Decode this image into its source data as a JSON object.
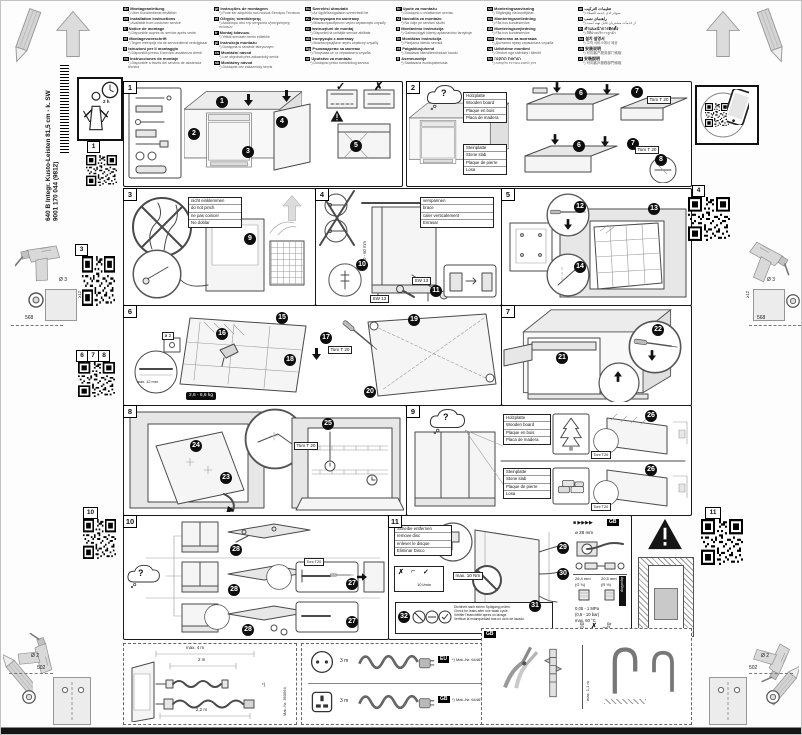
{
  "doc": {
    "side_line1": "640 B Integr. Kusto-Leisten 81,5 cm - k. SW",
    "side_line2": "9001 170 044 (9812)",
    "install_time": "2 h"
  },
  "colors": {
    "ink": "#1a1a1a",
    "badge": "#000000",
    "icon_gray": "#d6d6d6"
  },
  "languages": {
    "columns": [
      [
        {
          "code": "de",
          "label": "Montageanleitung",
          "note": "*) Über Kundendienst erhältlich"
        },
        {
          "code": "en",
          "label": "Installation instructions",
          "note": "*) Available from customer service"
        },
        {
          "code": "fr",
          "label": "Notice de montage",
          "note": "*) Disponible auprès du service après-vente"
        },
        {
          "code": "nl",
          "label": "Montagevoorschrift",
          "note": "*) Tegen meerprijs via de servicedienst verkrijgbaar"
        },
        {
          "code": "it",
          "label": "Istruzioni per il montaggio",
          "note": "*) Disponibili presso il servizio assistenza clienti"
        },
        {
          "code": "es",
          "label": "Instrucciones de montaje",
          "note": "*) Disponible a través del servicio de asistencia técnica"
        }
      ],
      [
        {
          "code": "pt",
          "label": "Instruções de montagem",
          "note": "*) Pode ser adquirido nos nossos Serviços Técnicos"
        },
        {
          "code": "el",
          "label": "Οδηγίες τοποθέτησης",
          "note": "*) Διαθέσιμο από την υπηρεσία εξυπηρέτησης πελατών"
        },
        {
          "code": "tr",
          "label": "Montaj kılavuzu",
          "note": "*) Yetkili servisten temin edilebilir"
        },
        {
          "code": "pl",
          "label": "Instrukcja montażu",
          "note": "*) Dostępna w serwisie fabrycznym"
        },
        {
          "code": "cs",
          "label": "Montážní návod",
          "note": "*) Lze objednat přes zákaznický servis"
        },
        {
          "code": "sk",
          "label": "Montážny návod",
          "note": "*) Dostupné cez zákaznícky servis"
        }
      ],
      [
        {
          "code": "hu",
          "label": "Szerelési útmutató",
          "note": "*) Az ügyfélszolgálaton szerezhető be"
        },
        {
          "code": "ru",
          "label": "Инструкция по монтажу",
          "note": "*) Можно приобрести через сервисную службу"
        },
        {
          "code": "ro",
          "label": "Instrucţiuni de montaj",
          "note": "*) Disponibil la unităţile service abilitate"
        },
        {
          "code": "uk",
          "label": "Інструкція з монтажу",
          "note": "*) Можна придбати через сервісну службу"
        },
        {
          "code": "bg",
          "label": "Ръководство за монтаж",
          "note": "*) Получава се от сервизната служба"
        },
        {
          "code": "sr",
          "label": "Uputstvo za montažu",
          "note": "*) Dostupno preko korisničkog servisa"
        }
      ],
      [
        {
          "code": "hr",
          "label": "Upute za montažu",
          "note": "*) Dostupno u ovlaštenom servisu"
        },
        {
          "code": "sl",
          "label": "Navodila za montažo",
          "note": "*) Na voljo pri servisni službi"
        },
        {
          "code": "lt",
          "label": "Montavimo instrukcija",
          "note": "*) Galima įsigyti klientų aptarnavimo tarnyboje"
        },
        {
          "code": "lv",
          "label": "Montāžas instrukcija",
          "note": "*) Pieejama klientu servisā"
        },
        {
          "code": "et",
          "label": "Paigaldusjuhend",
          "note": "*) Saadaval klienditeeninduse kaudu"
        },
        {
          "code": "fi",
          "label": "Asennusohje",
          "note": "*) Saatavana huoltopalvelusta"
        }
      ],
      [
        {
          "code": "sv",
          "label": "Monteringsanvisning",
          "note": "*) Tillgänglig via kundtjänst"
        },
        {
          "code": "no",
          "label": "Monteringsveiledning",
          "note": "*) Fås hos kundeservice"
        },
        {
          "code": "da",
          "label": "Monteringsvejledning",
          "note": "*) Fås hos kundeservice"
        },
        {
          "code": "mk",
          "label": "Упатство за монтажа",
          "note": "*) Достапно преку сервисната служба"
        },
        {
          "code": "sq",
          "label": "Udhëzime montimi",
          "note": "*) Ofrohet nga shërbimi i klientit"
        },
        {
          "code": "he",
          "label": "הוראות התקנה",
          "note": "*) ניתן להשיג בשירות הלקוחות"
        }
      ],
      [
        {
          "code": "ar",
          "label": "تعليمات التركيب",
          "note": "*) متوفر لدى خدمة العملاء"
        },
        {
          "code": "fa",
          "label": "راهنمای نصب",
          "note": "*) از خدمات مشتریان قابل تهیه است"
        },
        {
          "code": "th",
          "label": "คำแนะนำการติดตั้ง",
          "note": "*) มีที่ฝ่ายบริการลูกค้า"
        },
        {
          "code": "ko",
          "label": "설치 설명서",
          "note": "*) 고객 서비스에서 제공"
        },
        {
          "code": "zh",
          "label": "安装说明",
          "note": "*) 可向客户服务部门索取"
        },
        {
          "code": "zf",
          "label": "安裝說明",
          "note": "*) 可向客戶服務部門索取"
        }
      ]
    ]
  },
  "margins": {
    "qr1": "1",
    "qr3": "3",
    "qr6": "6",
    "qr7": "7",
    "qr8": "8",
    "qr10": "10",
    "qr4": "4",
    "qr11": "11",
    "drill_mid": {
      "dia": "Ø 3",
      "depth": "≥12",
      "dist": "568"
    },
    "drill_bottom": {
      "dia": "Ø 2",
      "dist": "502"
    }
  },
  "panels": {
    "p1": {
      "num": "1",
      "s1": "1",
      "s2": "2",
      "s3": "3",
      "s4": "4",
      "s5": "5",
      "ok": "✓",
      "bad": "✗"
    },
    "p2": {
      "num": "2",
      "q": "?",
      "torx": "Torx T 20",
      "s6": "6",
      "s7": "7",
      "s8": "8",
      "wood": [
        "Holzplatte",
        "Wooden board",
        "Plaque en bois",
        "Placa de madera"
      ],
      "stone": [
        "Steinplatte",
        "Stone slab",
        "Plaque de pierre",
        "Losa"
      ]
    },
    "p3": {
      "num": "3",
      "s9": "9",
      "warn": [
        "nicht einklemmen",
        "do not pinch",
        "ne pas coincer",
        "No doblar"
      ]
    },
    "p4": {
      "num": "4",
      "s10": "10",
      "s11": "11",
      "sw": "SW 13",
      "range": "0 - 60 mm",
      "brace": [
        "verspannen",
        "brace",
        "caler verticalement",
        "Enrasar"
      ]
    },
    "p5": {
      "num": "5",
      "s12": "12",
      "s13": "13",
      "s14": "14"
    },
    "p6": {
      "num": "6",
      "s15": "15",
      "s16": "16",
      "s17": "17",
      "s18": "18",
      "s19": "19",
      "s20": "20",
      "max12": "max. 12 mm",
      "weight": "2,6 - 6,6 kg",
      "dia": "ø 2",
      "torx": "Torx T 20"
    },
    "p7": {
      "num": "7",
      "s21": "21",
      "s22": "22"
    },
    "p8": {
      "num": "8",
      "s23": "23",
      "s24": "24",
      "s25": "25",
      "torx": "Torx T 20"
    },
    "p9": {
      "num": "9",
      "q": "?",
      "s26": "26",
      "torx": "Torx T20",
      "wood": [
        "Holzplatte",
        "Wooden board",
        "Plaque en bois",
        "Placa de madera"
      ],
      "stone": [
        "Steinplatte",
        "Stone slab",
        "Plaque de pierre",
        "Losa"
      ]
    },
    "p10": {
      "num": "10",
      "q": "?",
      "s27": "27",
      "s28": "28",
      "torx": "Torx T20"
    },
    "p11": {
      "num": "11",
      "s29": "29",
      "s30": "30",
      "s31": "31",
      "s32": "32",
      "disc": [
        "Scheibe entfernen",
        "remove disc",
        "enlever le disque",
        "Eliminar Disco"
      ],
      "flow": "10 l/min",
      "torque": "max. 10 Nm",
      "seq": "■ ▶▶▶▶",
      "gb": "GB",
      "dia28": "ø 28 mm",
      "mm1": "26,4 mm",
      "th1": "(G ¾)",
      "mm2": "20,5 mm",
      "th2": "(R ½)",
      "vbadge": "AquaStop",
      "press1": "0,05 - 1 MPa",
      "press2": "(0,5 - 10 bar)",
      "temp": "max. 60 °C",
      "leak": [
        "Dichtheit nach einem Spülgang prüfen.",
        "Check for leaks after one wash cycle.",
        "Vérifier l'étanchéité après un lavage.",
        "Verificar la estanqueidad tras un ciclo de lavado."
      ]
    }
  },
  "bottom": {
    "kit": {
      "max": "max. 4 m",
      "l1": "2 m",
      "l2": "2,2 m",
      "star": "*)",
      "mat": "Mat.-Nr. 350564"
    },
    "cables": [
      {
        "plug": "EU",
        "len": "3 m",
        "mat": "*) Mat.-Nr. 644633"
      },
      {
        "plug": "GB",
        "len": "3 m",
        "mat": "*) Mat.-Nr. 644634"
      }
    ],
    "gb": {
      "label": "GB",
      "dim": "max. 1,1 m"
    }
  }
}
